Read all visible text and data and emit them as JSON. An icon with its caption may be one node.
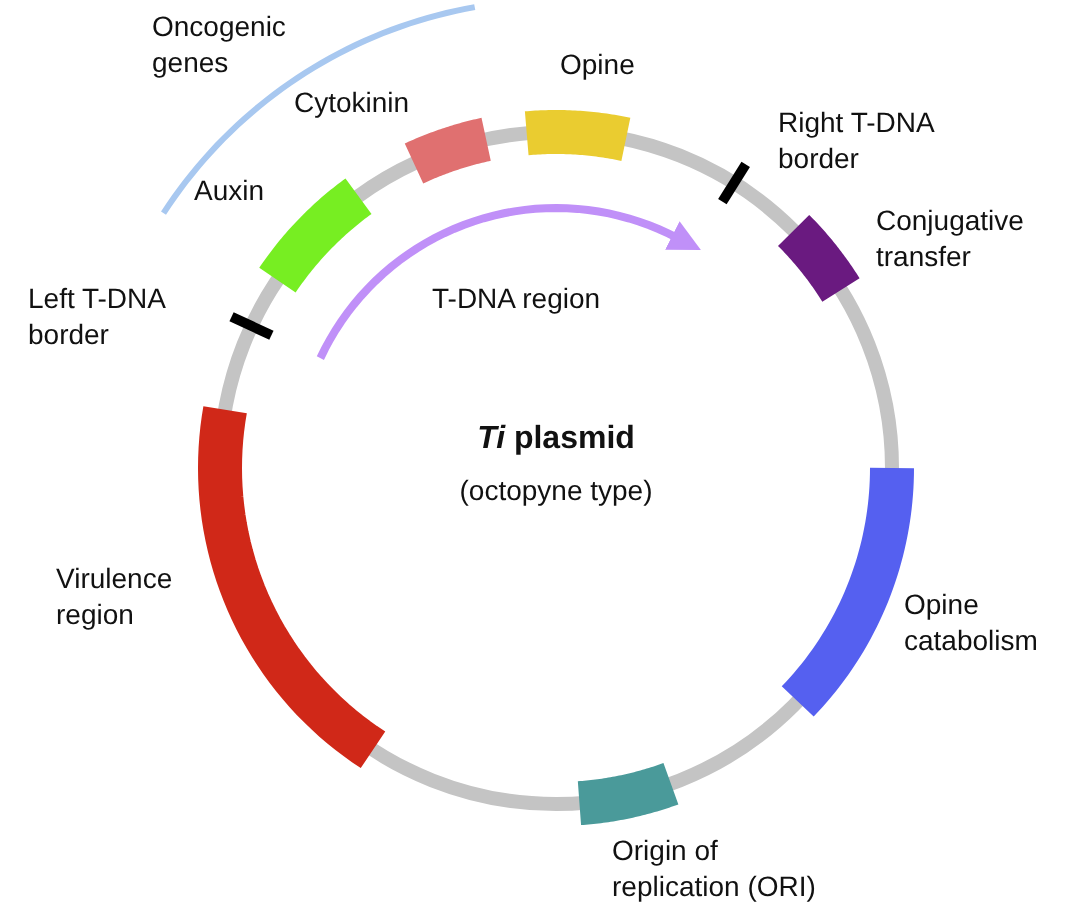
{
  "diagram": {
    "title": "*Ti* plasmid",
    "nodes": [
      {
        "text": [],
        "shape": "bar",
        "beside": [
          "Cytokinin"
        ]
      },
      {
        "text": [],
        "shape": "bar",
        "beside": [
          "Opine"
        ]
      },
      {
        "text": [],
        "shape": "bar",
        "beside": [
          "Right T-DNA border"
        ]
      },
      {
        "text": [],
        "shape": "bar",
        "beside": [
          "Auxin"
        ]
      },
      {
        "text": [],
        "shape": "bar",
        "beside": [
          "Conjugative transfer"
        ]
      },
      {
        "text": [],
        "shape": "bar",
        "beside": [
          "Left T-DNA border"
        ]
      },
      {
        "text": [],
        "shape": "bar",
        "beside": [
          "Virulence region"
        ]
      },
      {
        "text": [],
        "shape": "bar",
        "beside": [
          "Opine catabolism"
        ]
      },
      {
        "text": [],
        "shape": "bar",
        "beside": [
          "Origin of replication (ORI)"
        ]
      }
    ],
    "labels": [
      "Oncogenic genes",
      "T-DNA region",
      "(octopyne type)"
    ]
  }
}
